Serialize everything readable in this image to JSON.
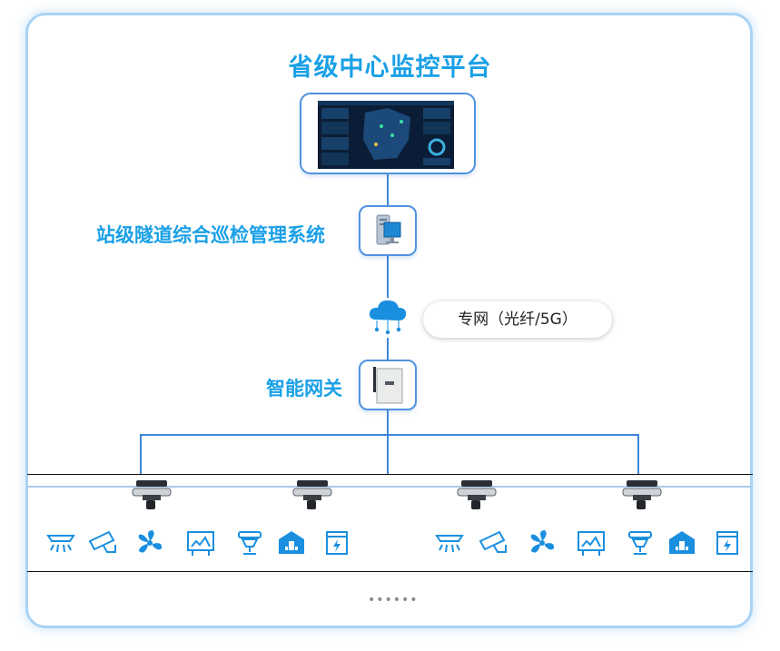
{
  "diagram": {
    "title": "省级中心监控平台",
    "station_label": "站级隧道综合巡检管理系统",
    "network_label": "专网（光纤/5G）",
    "gateway_label": "智能网关",
    "more_label": "••••••"
  },
  "colors": {
    "accent": "#1aa0e6",
    "line": "#3d86d9",
    "device_blue": "#1a8fdf",
    "frame_border": "#a9d3f5"
  },
  "robots": [
    "robot-icon",
    "robot-icon",
    "robot-icon",
    "robot-icon"
  ],
  "device_groups": [
    [
      "smoke-detector-icon",
      "camera-icon",
      "fan-icon",
      "display-board-icon",
      "sensor-icon",
      "shelter-icon",
      "power-box-icon"
    ],
    [
      "smoke-detector-icon",
      "camera-icon",
      "fan-icon",
      "display-board-icon",
      "sensor-icon",
      "shelter-icon",
      "power-box-icon"
    ]
  ]
}
